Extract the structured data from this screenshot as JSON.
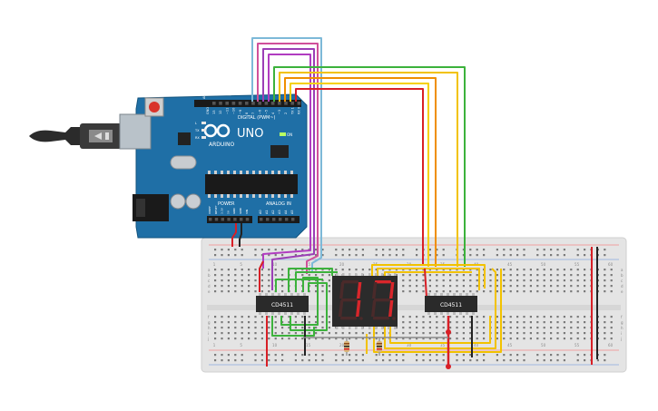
{
  "arduino": {
    "brand": "ARDUINO",
    "model": "UNO",
    "on_label": "ON",
    "digital_header": "DIGITAL (PWM~)",
    "power_label": "POWER",
    "analog_label": "ANALOG IN",
    "aref": "AREF",
    "gnd": "GND",
    "digital_pins": [
      "13",
      "12",
      "~11",
      "~10",
      "~9",
      "8",
      "7",
      "~6",
      "~5",
      "4",
      "~3",
      "2",
      "TX 1",
      "RX 0"
    ],
    "power_pins": [
      "IOREF",
      "RESET",
      "3.3V",
      "5V",
      "GND",
      "GND",
      "VIN"
    ],
    "analog_pins": [
      "A0",
      "A1",
      "A2",
      "A3",
      "A4",
      "A5"
    ],
    "led_labels": [
      "L",
      "TX",
      "RX"
    ],
    "board_color": "#1f6fa6"
  },
  "breadboard": {
    "row_letters_top": [
      "a",
      "b",
      "c",
      "d",
      "e"
    ],
    "row_letters_bottom": [
      "f",
      "g",
      "h",
      "i",
      "j"
    ],
    "column_numbers": [
      "1",
      "5",
      "10",
      "15",
      "20",
      "25",
      "30",
      "35",
      "40",
      "45",
      "50",
      "55",
      "60"
    ],
    "color": "#e6e6e6"
  },
  "chips": [
    {
      "label": "CD4511"
    },
    {
      "label": "CD4511"
    }
  ],
  "display": {
    "digits": [
      "1",
      "7"
    ],
    "segment_color": "#d9262b"
  },
  "wire_colors": {
    "red": "#d81f26",
    "black": "#222222",
    "green": "#3cb23c",
    "yellow": "#f2c200",
    "orange": "#ef8f00",
    "purple": "#9b3fb6",
    "lightblue": "#7db9d8",
    "pink": "#d0509a"
  }
}
